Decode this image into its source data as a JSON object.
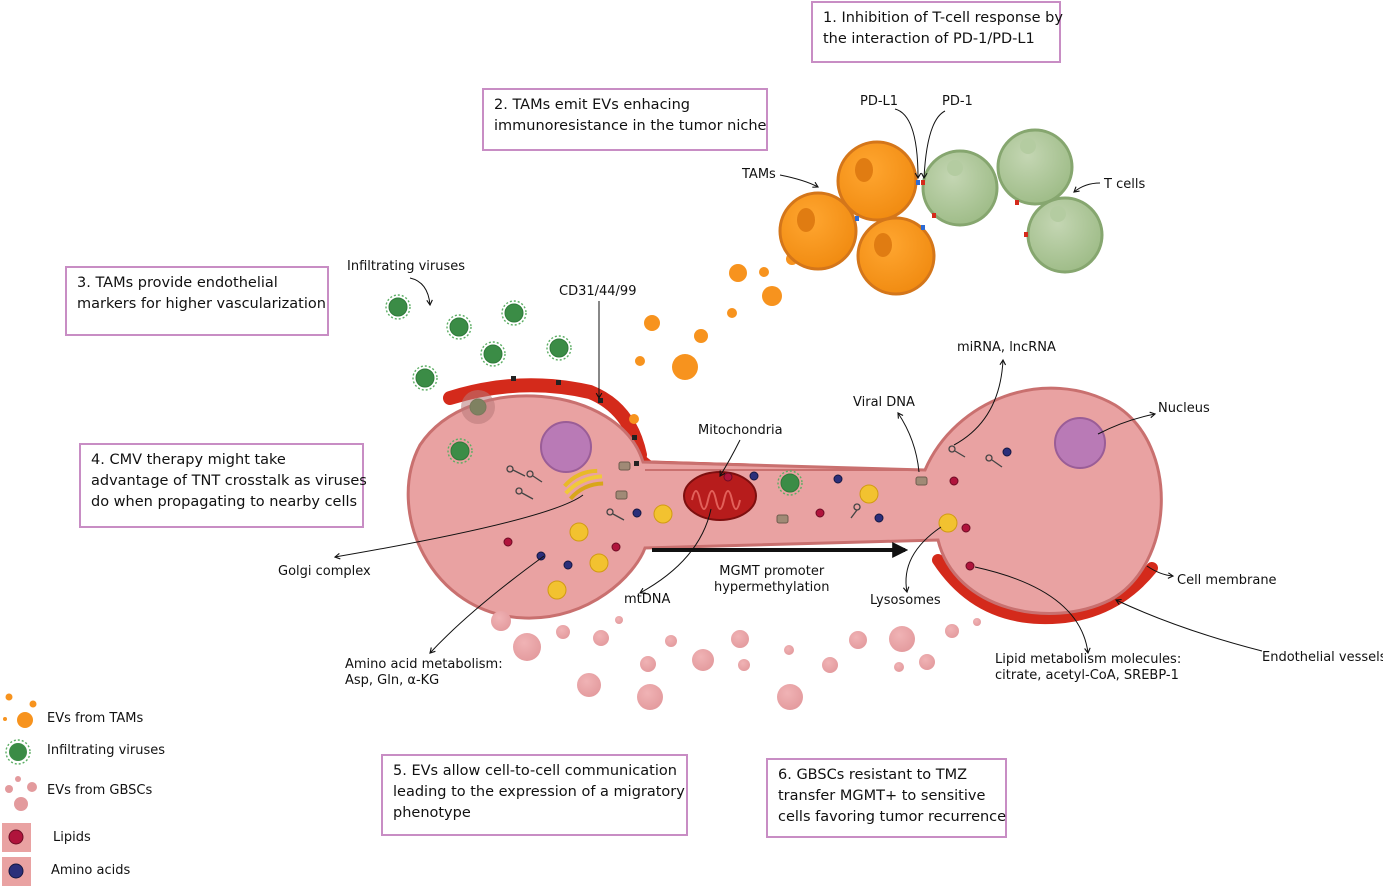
{
  "boxes": {
    "b1": [
      "1. Inhibition of T-cell response by",
      "the interaction of PD-1/PD-L1"
    ],
    "b2": [
      "2. TAMs emit EVs enhacing",
      "immunoresistance in the tumor niche"
    ],
    "b3": [
      "3. TAMs provide endothelial",
      "markers for higher vascularization"
    ],
    "b4": [
      "4. CMV therapy might take",
      "advantage of TNT crosstalk as viruses",
      "do when propagating to nearby cells"
    ],
    "b5": [
      "5. EVs allow cell-to-cell communication",
      "leading to the expression of a migratory",
      "phenotype"
    ],
    "b6": [
      "6. GBSCs resistant to TMZ",
      "transfer MGMT+ to sensitive",
      "cells favoring tumor recurrence"
    ]
  },
  "labels": {
    "pdl1": "PD-L1",
    "pd1": "PD-1",
    "tams": "TAMs",
    "tcells": "T cells",
    "infiltrating_viruses": "Infiltrating viruses",
    "cd31": "CD31/44/99",
    "mitochondria": "Mitochondria",
    "viral_dna": "Viral DNA",
    "mirna": "miRNA, lncRNA",
    "nucleus": "Nucleus",
    "golgi": "Golgi complex",
    "mtdna": "mtDNA",
    "mgmt": [
      "MGMT promoter",
      "hypermethylation"
    ],
    "lysosomes": "Lysosomes",
    "cell_membrane": "Cell membrane",
    "endothelial": "Endothelial vessels",
    "amino": [
      "Amino acid metabolism:",
      "Asp, Gln, α-KG"
    ],
    "lipid": [
      "Lipid metabolism molecules:",
      "citrate, acetyl-CoA, SREBP-1"
    ]
  },
  "legend": {
    "evs_tams": "EVs from TAMs",
    "viruses": "Infiltrating viruses",
    "evs_gbscs": "EVs from GBSCs",
    "lipids": "Lipids",
    "amino_acids": "Amino acids"
  },
  "colors": {
    "box_border": "#c88dc4",
    "cell_fill": "#e9a2a2",
    "cell_stroke": "#c9706f",
    "endothelium": "#d42a1b",
    "tam": "#f7931e",
    "tcell": "#97b57f",
    "nucleus": "#b97ab6",
    "mitochondria": "#b71c1c",
    "virus": "#3b8c46",
    "lipid": "#b0143c",
    "amino_acid": "#2b2f7a",
    "lysosome": "#f2c230"
  }
}
